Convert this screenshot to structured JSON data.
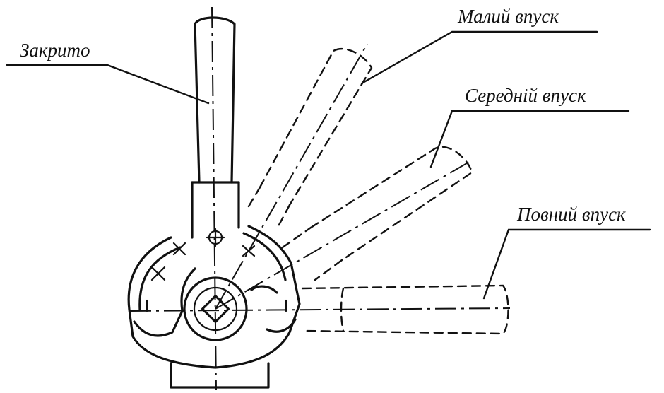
{
  "labels": {
    "closed": "Закрито",
    "small_inlet": "Малий впуск",
    "medium_inlet": "Середній впуск",
    "full_inlet": "Повний впуск"
  },
  "colors": {
    "ink": "#111111",
    "background": "#ffffff"
  }
}
